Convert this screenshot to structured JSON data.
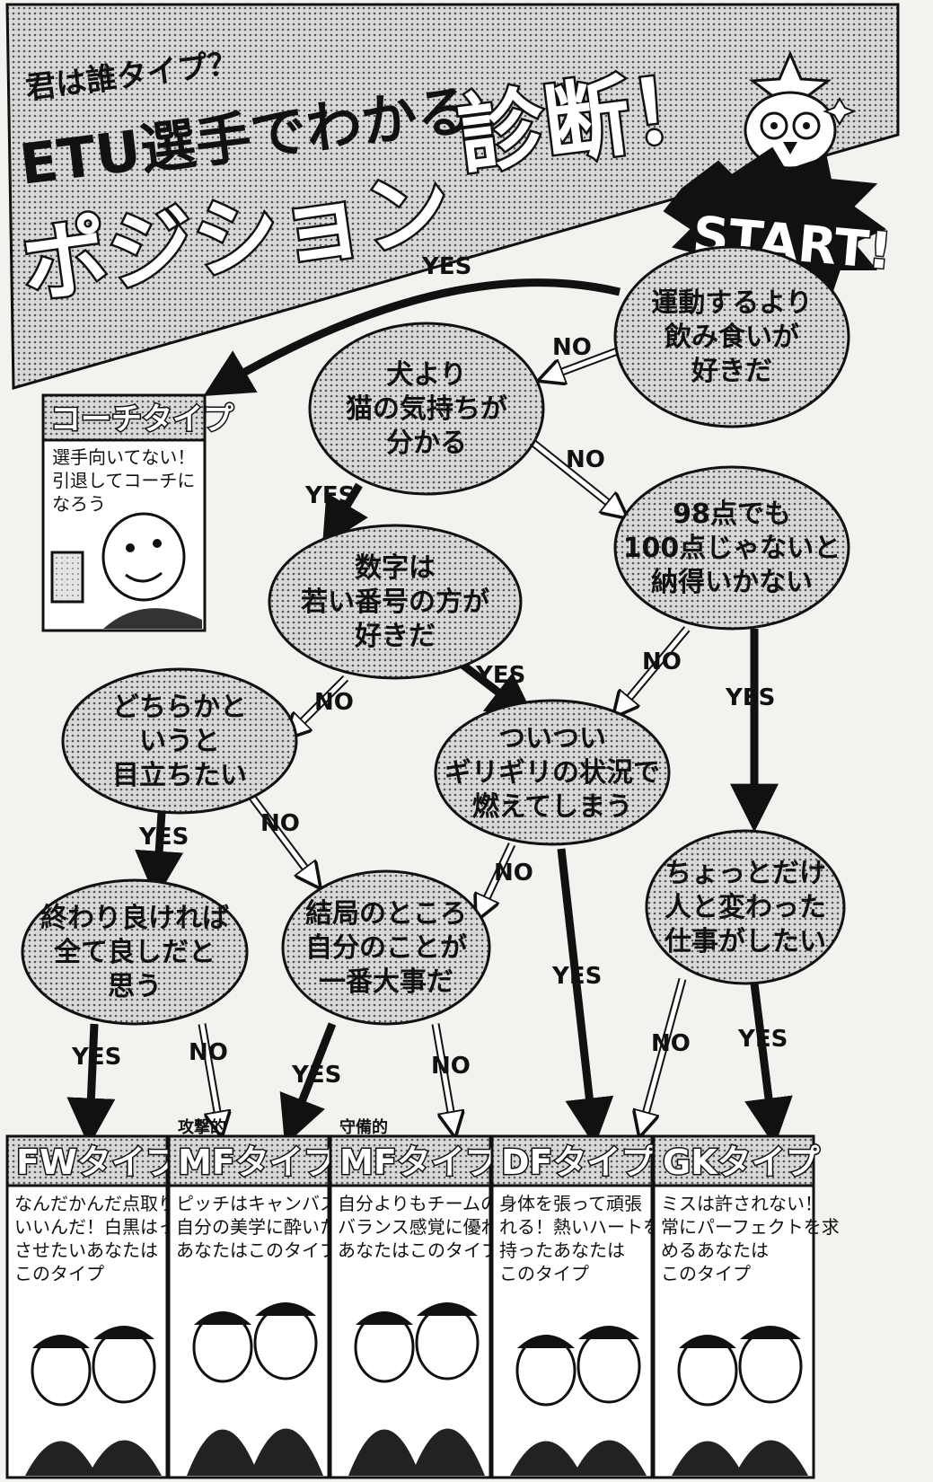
{
  "header": {
    "kicker": "君は誰タイプ？",
    "title_line1": "ETU選手でわかる",
    "title_accent": "診断！",
    "title_line2": "ポジション"
  },
  "start_label": "START!",
  "questions": {
    "q1": [
      "運動するより",
      "飲み食いが",
      "好きだ"
    ],
    "q2": [
      "犬より",
      "猫の気持ちが",
      "分かる"
    ],
    "q3": [
      "数字は",
      "若い番号の方が",
      "好きだ"
    ],
    "q4": [
      "98点でも",
      "100点じゃないと",
      "納得いかない"
    ],
    "q5": [
      "どちらかと",
      "いうと",
      "目立ちたい"
    ],
    "q6": [
      "ついつい",
      "ギリギリの状況で",
      "燃えてしまう"
    ],
    "q7": [
      "終わり良ければ",
      "全て良しだと",
      "思う"
    ],
    "q8": [
      "結局のところ",
      "自分のことが",
      "一番大事だ"
    ],
    "q9": [
      "ちょっとだけ",
      "人と変わった",
      "仕事がしたい"
    ]
  },
  "labels": {
    "yes": "YES",
    "no": "NO"
  },
  "coach": {
    "title": "コーチタイプ",
    "desc": [
      "選手向いてない！",
      "引退してコーチに",
      "なろう"
    ]
  },
  "types": [
    {
      "kicker": "",
      "title": "FWタイプ",
      "desc": [
        "なんだかんだ点取りゃ",
        "いいんだ！白黒はっきり",
        "させたいあなたは",
        "このタイプ"
      ]
    },
    {
      "kicker": "攻撃的",
      "title": "MFタイプ",
      "desc": [
        "ピッチはキャンバスだ！",
        "自分の美学に酔いたい",
        "あなたはこのタイプ"
      ]
    },
    {
      "kicker": "守備的",
      "title": "MFタイプ",
      "desc": [
        "自分よりもチームの為！",
        "バランス感覚に優れた",
        "あなたはこのタイプ"
      ]
    },
    {
      "kicker": "",
      "title": "DFタイプ",
      "desc": [
        "身体を張って頑張",
        "れる！熱いハートを",
        "持ったあなたは",
        "このタイプ"
      ]
    },
    {
      "kicker": "",
      "title": "GKタイプ",
      "desc": [
        "ミスは許されない！",
        "常にパーフェクトを求",
        "めるあなたは",
        "このタイプ"
      ]
    }
  ]
}
